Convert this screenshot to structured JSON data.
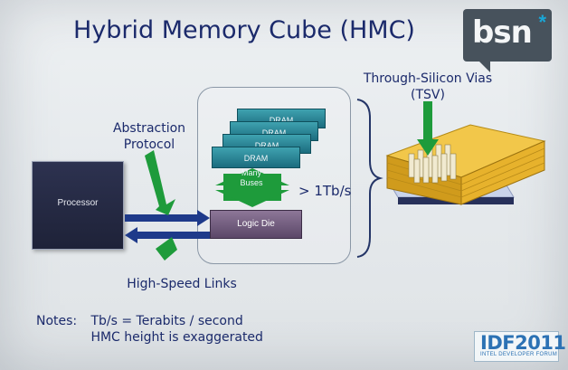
{
  "title": "Hybrid Memory Cube (HMC)",
  "watermark": {
    "text": "bsn",
    "star": "*"
  },
  "labels": {
    "abstraction": [
      "Abstraction",
      "Protocol"
    ],
    "tsv": [
      "Through-Silicon Vias",
      "(TSV)"
    ],
    "high_speed_links": "High-Speed Links",
    "processor": "Processor",
    "dram": "DRAM",
    "many_buses": [
      "Many",
      "Buses"
    ],
    "bandwidth": "> 1Tb/s",
    "logic_die": "Logic Die"
  },
  "notes": {
    "heading": "Notes:",
    "lines": [
      "Tb/s = Terabits / second",
      "HMC height is exaggerated"
    ]
  },
  "idf": {
    "big": "IDF2011",
    "small": "INTEL DEVELOPER FORUM"
  },
  "colors": {
    "title": "#1b2a6b",
    "green_arrow": "#1e9b3b",
    "link_arrow": "#1e3a8a",
    "dram": "#2a8797",
    "logic": "#6e5a7c",
    "cube_gold": "#e0b12a"
  }
}
